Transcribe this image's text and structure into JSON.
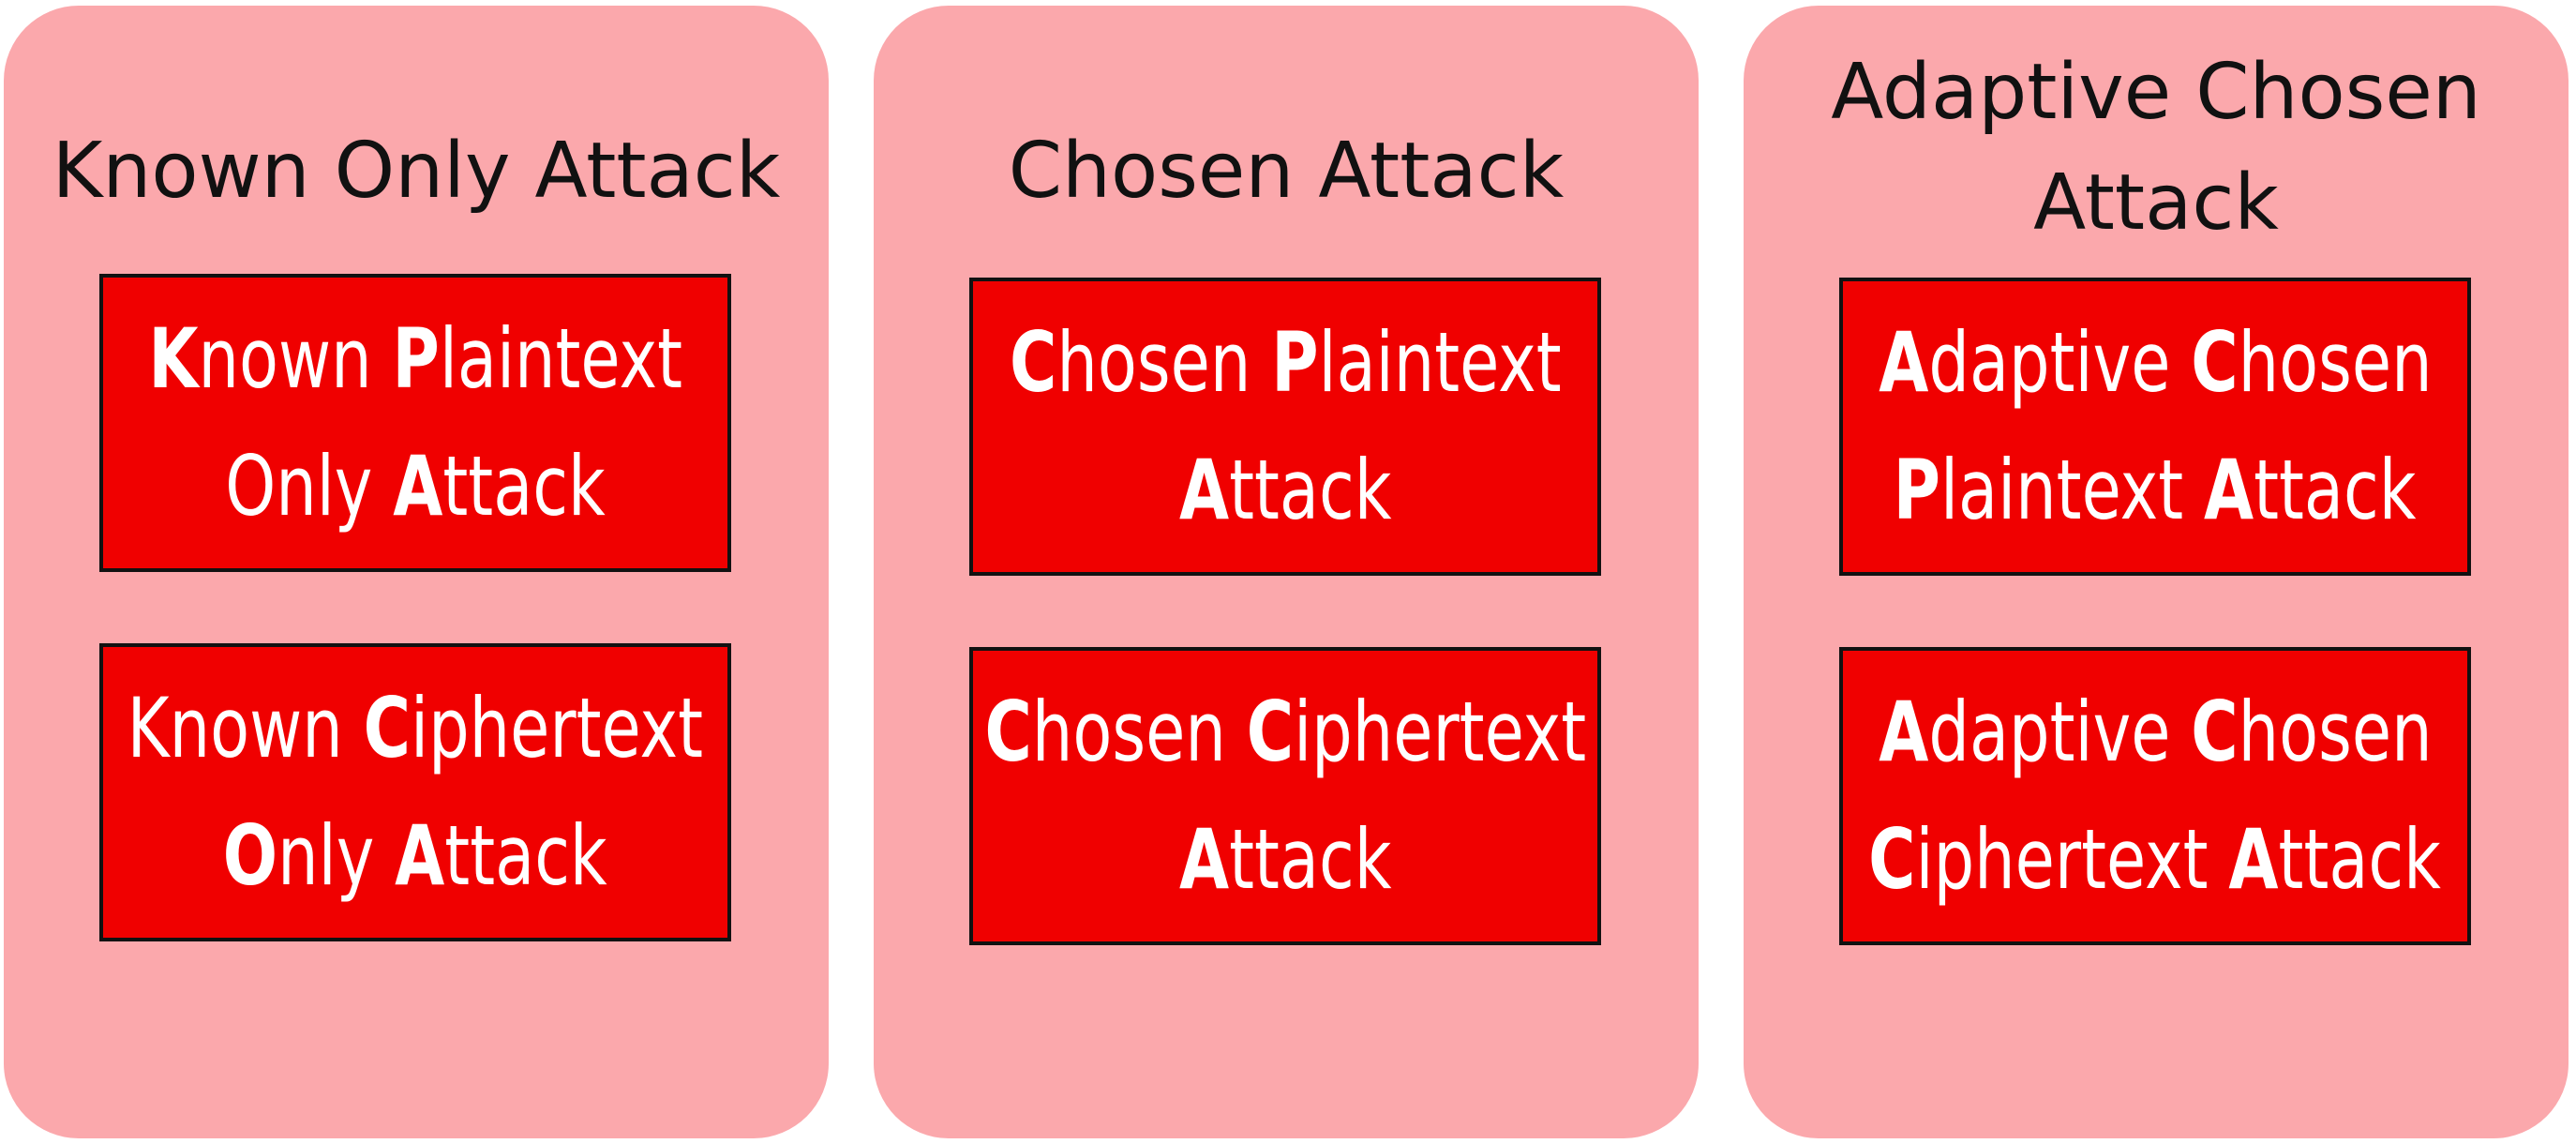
{
  "colors": {
    "panel_bg": "#fba8ac",
    "box_bg": "#f00000",
    "box_text": "#ffffff",
    "title_text": "#111111"
  },
  "panels": [
    {
      "title_lines": [
        "Known Only Attack"
      ],
      "boxes": [
        {
          "lines": [
            [
              {
                "t": "K",
                "b": true
              },
              {
                "t": "nown ",
                "b": false
              },
              {
                "t": "P",
                "b": true
              },
              {
                "t": "laintext",
                "b": false
              }
            ],
            [
              {
                "t": "Only ",
                "b": false
              },
              {
                "t": "A",
                "b": true
              },
              {
                "t": "ttack",
                "b": false
              }
            ]
          ]
        },
        {
          "lines": [
            [
              {
                "t": "Known ",
                "b": false
              },
              {
                "t": "C",
                "b": true
              },
              {
                "t": "iphertext",
                "b": false
              }
            ],
            [
              {
                "t": "O",
                "b": true
              },
              {
                "t": "nly ",
                "b": false
              },
              {
                "t": "A",
                "b": true
              },
              {
                "t": "ttack",
                "b": false
              }
            ]
          ]
        }
      ]
    },
    {
      "title_lines": [
        "Chosen Attack"
      ],
      "boxes": [
        {
          "lines": [
            [
              {
                "t": "C",
                "b": true
              },
              {
                "t": "hosen ",
                "b": false
              },
              {
                "t": "P",
                "b": true
              },
              {
                "t": "laintext",
                "b": false
              }
            ],
            [
              {
                "t": "A",
                "b": true
              },
              {
                "t": "ttack",
                "b": false
              }
            ]
          ]
        },
        {
          "lines": [
            [
              {
                "t": "C",
                "b": true
              },
              {
                "t": "hosen ",
                "b": false
              },
              {
                "t": "C",
                "b": true
              },
              {
                "t": "iphertext",
                "b": false
              }
            ],
            [
              {
                "t": "A",
                "b": true
              },
              {
                "t": "ttack",
                "b": false
              }
            ]
          ]
        }
      ]
    },
    {
      "title_lines": [
        "Adaptive Chosen",
        "Attack"
      ],
      "boxes": [
        {
          "lines": [
            [
              {
                "t": "A",
                "b": true
              },
              {
                "t": "daptive ",
                "b": false
              },
              {
                "t": "C",
                "b": true
              },
              {
                "t": "hosen",
                "b": false
              }
            ],
            [
              {
                "t": "P",
                "b": true
              },
              {
                "t": "laintext ",
                "b": false
              },
              {
                "t": "A",
                "b": true
              },
              {
                "t": "ttack",
                "b": false
              }
            ]
          ]
        },
        {
          "lines": [
            [
              {
                "t": "A",
                "b": true
              },
              {
                "t": "daptive ",
                "b": false
              },
              {
                "t": "C",
                "b": true
              },
              {
                "t": "hosen",
                "b": false
              }
            ],
            [
              {
                "t": "C",
                "b": true
              },
              {
                "t": "iphertext ",
                "b": false
              },
              {
                "t": "A",
                "b": true
              },
              {
                "t": "ttack",
                "b": false
              }
            ]
          ]
        }
      ]
    }
  ]
}
